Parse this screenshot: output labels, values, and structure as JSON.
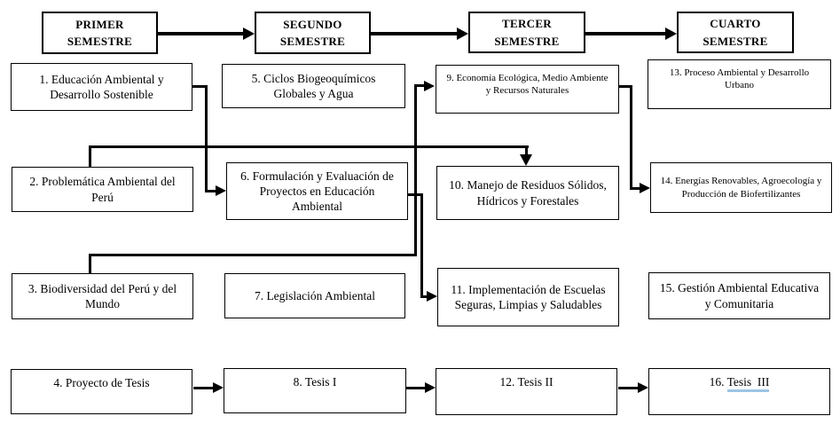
{
  "diagram_title": "Curriculum flow diagram — Educación Ambiental (4 semesters, 16 courses)",
  "colors": {
    "line": "#000000",
    "background": "#ffffff",
    "grammar_underline_blue": "#9dc3e6"
  },
  "semesters": [
    {
      "label": "PRIMER\nSEMESTRE"
    },
    {
      "label": "SEGUNDO\nSEMESTRE"
    },
    {
      "label": "TERCER\nSEMESTRE"
    },
    {
      "label": "CUARTO\nSEMESTRE"
    }
  ],
  "courses": [
    {
      "text": "1. Educación Ambiental y Desarrollo Sostenible"
    },
    {
      "text": "2. Problemática Ambiental del Perú"
    },
    {
      "text": "3. Biodiversidad del Perú y del Mundo"
    },
    {
      "text": "4. Proyecto de Tesis"
    },
    {
      "text": "5. Ciclos Biogeoquímicos Globales y Agua"
    },
    {
      "text": "6. Formulación y Evaluación de Proyectos en Educación Ambiental"
    },
    {
      "text": "7. Legislación Ambiental"
    },
    {
      "text": "8. Tesis I"
    },
    {
      "text": "9. Economía Ecológica, Medio Ambiente y Recursos Naturales"
    },
    {
      "text": "10. Manejo de Residuos Sólidos, Hídricos y Forestales"
    },
    {
      "text": "11. Implementación de Escuelas Seguras, Limpias y Saludables"
    },
    {
      "text": "12. Tesis II"
    },
    {
      "text": "13. Proceso Ambiental y Desarrollo Urbano"
    },
    {
      "text": "14. Energías Renovables, Agroecología y Producción de Biofertilizantes"
    },
    {
      "text": "15. Gestión Ambiental Educativa y Comunitaria"
    },
    {
      "text": "16. Tesis  III",
      "prefix": "16. ",
      "underlined": "Tesis  III"
    }
  ],
  "connections": [
    {
      "from": "semester-1",
      "to": "semester-2"
    },
    {
      "from": "semester-2",
      "to": "semester-3"
    },
    {
      "from": "semester-3",
      "to": "semester-4"
    },
    {
      "from": "course-1",
      "to": "course-6"
    },
    {
      "from": "course-2",
      "to": "course-10"
    },
    {
      "from": "course-3",
      "to": "course-9"
    },
    {
      "from": "course-6",
      "to": "course-11"
    },
    {
      "from": "course-9",
      "to": "course-14"
    },
    {
      "from": "course-4",
      "to": "course-8"
    },
    {
      "from": "course-8",
      "to": "course-12"
    },
    {
      "from": "course-12",
      "to": "course-16"
    }
  ]
}
